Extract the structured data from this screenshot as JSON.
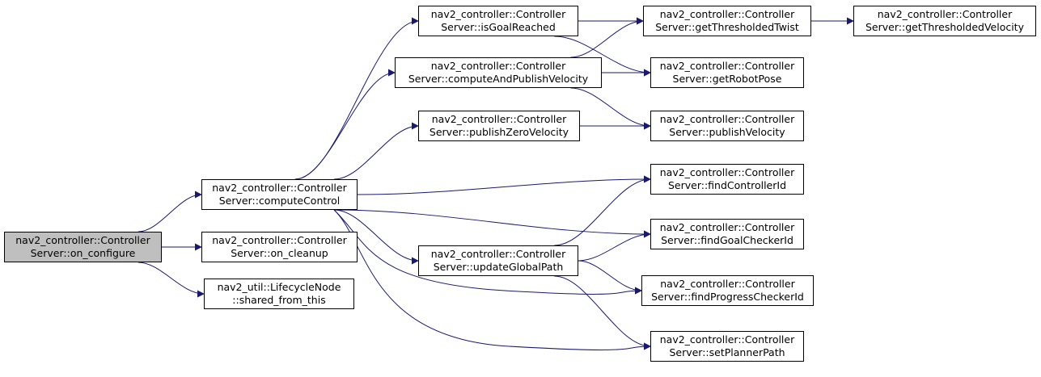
{
  "graph": {
    "edge_color": "#191970",
    "current_fill": "#bfbfbf",
    "nodes": [
      {
        "id": "on_configure",
        "line1": "nav2_controller::Controller",
        "line2": "Server::on_configure",
        "current": true
      },
      {
        "id": "computeControl",
        "line1": "nav2_controller::Controller",
        "line2": "Server::computeControl"
      },
      {
        "id": "on_cleanup",
        "line1": "nav2_controller::Controller",
        "line2": "Server::on_cleanup"
      },
      {
        "id": "shared_from_this",
        "line1": "nav2_util::LifecycleNode",
        "line2": "::shared_from_this"
      },
      {
        "id": "isGoalReached",
        "line1": "nav2_controller::Controller",
        "line2": "Server::isGoalReached"
      },
      {
        "id": "computeAndPublishVelocity",
        "line1": "nav2_controller::Controller",
        "line2": "Server::computeAndPublishVelocity"
      },
      {
        "id": "publishZeroVelocity",
        "line1": "nav2_controller::Controller",
        "line2": "Server::publishZeroVelocity"
      },
      {
        "id": "updateGlobalPath",
        "line1": "nav2_controller::Controller",
        "line2": "Server::updateGlobalPath"
      },
      {
        "id": "getThresholdedTwist",
        "line1": "nav2_controller::Controller",
        "line2": "Server::getThresholdedTwist"
      },
      {
        "id": "getRobotPose",
        "line1": "nav2_controller::Controller",
        "line2": "Server::getRobotPose"
      },
      {
        "id": "publishVelocity",
        "line1": "nav2_controller::Controller",
        "line2": "Server::publishVelocity"
      },
      {
        "id": "findControllerId",
        "line1": "nav2_controller::Controller",
        "line2": "Server::findControllerId"
      },
      {
        "id": "findGoalCheckerId",
        "line1": "nav2_controller::Controller",
        "line2": "Server::findGoalCheckerId"
      },
      {
        "id": "findProgressCheckerId",
        "line1": "nav2_controller::Controller",
        "line2": "Server::findProgressCheckerId"
      },
      {
        "id": "setPlannerPath",
        "line1": "nav2_controller::Controller",
        "line2": "Server::setPlannerPath"
      },
      {
        "id": "getThresholdedVelocity",
        "line1": "nav2_controller::Controller",
        "line2": "Server::getThresholdedVelocity"
      }
    ],
    "edges": [
      [
        "on_configure",
        "computeControl"
      ],
      [
        "on_configure",
        "on_cleanup"
      ],
      [
        "on_configure",
        "shared_from_this"
      ],
      [
        "computeControl",
        "isGoalReached"
      ],
      [
        "computeControl",
        "computeAndPublishVelocity"
      ],
      [
        "computeControl",
        "publishZeroVelocity"
      ],
      [
        "computeControl",
        "findControllerId"
      ],
      [
        "computeControl",
        "findGoalCheckerId"
      ],
      [
        "computeControl",
        "updateGlobalPath"
      ],
      [
        "computeControl",
        "findProgressCheckerId"
      ],
      [
        "computeControl",
        "setPlannerPath"
      ],
      [
        "isGoalReached",
        "getThresholdedTwist"
      ],
      [
        "isGoalReached",
        "getRobotPose"
      ],
      [
        "computeAndPublishVelocity",
        "getThresholdedTwist"
      ],
      [
        "computeAndPublishVelocity",
        "getRobotPose"
      ],
      [
        "computeAndPublishVelocity",
        "publishVelocity"
      ],
      [
        "publishZeroVelocity",
        "publishVelocity"
      ],
      [
        "updateGlobalPath",
        "findControllerId"
      ],
      [
        "updateGlobalPath",
        "findGoalCheckerId"
      ],
      [
        "updateGlobalPath",
        "findProgressCheckerId"
      ],
      [
        "updateGlobalPath",
        "setPlannerPath"
      ],
      [
        "getThresholdedTwist",
        "getThresholdedVelocity"
      ]
    ]
  }
}
